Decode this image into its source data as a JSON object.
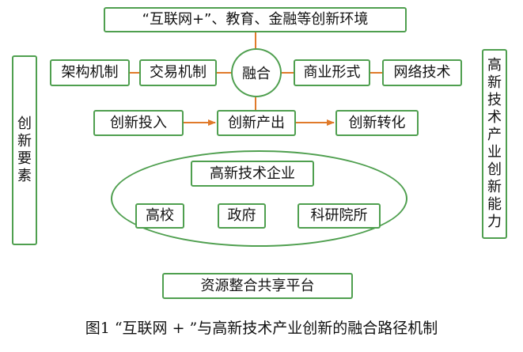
{
  "diagram": {
    "top_environment": "“互联网+”、教育、金融等创新环境",
    "left_vertical": "创新要素",
    "right_vertical": "高新技术产业创新能力",
    "row1": {
      "architecture": "架构机制",
      "trading": "交易机制",
      "fusion": "融合",
      "business": "商业形式",
      "network": "网络技术"
    },
    "row2": {
      "input": "创新投入",
      "output": "创新产出",
      "transform": "创新转化"
    },
    "ellipse": {
      "enterprise": "高新技术企业",
      "university": "高校",
      "government": "政府",
      "research": "科研院所"
    },
    "platform": "资源整合共享平台"
  },
  "caption": "图1  “互联网 + ”与高新技术产业创新的融合路径机制",
  "colors": {
    "border": "#4f9f4f",
    "connector": "#e07a2a"
  }
}
